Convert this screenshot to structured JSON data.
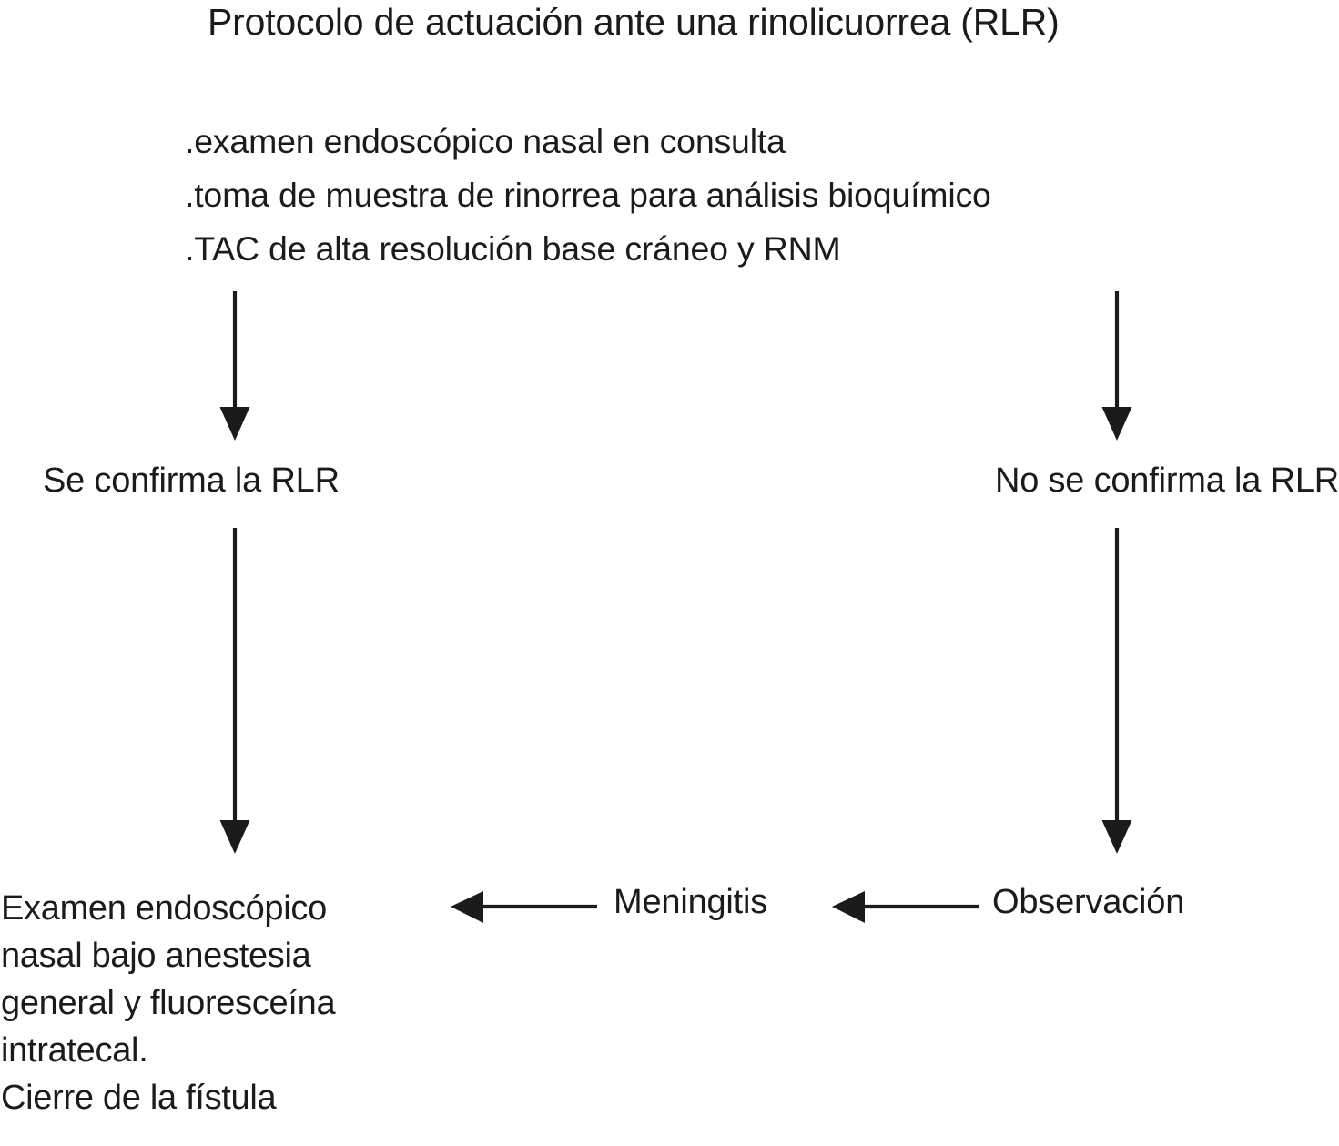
{
  "diagram": {
    "title": "Protocolo de actuación ante una rinolicuorrea (RLR)",
    "type": "flowchart",
    "background_color": "#ffffff",
    "ink_color": "#1b1b1b"
  },
  "worklist": {
    "lines": [
      ".examen endoscópico nasal en consulta",
      ".toma de muestra de rinorrea para análisis bioquímico",
      ".TAC de alta resolución base cráneo y RNM"
    ]
  },
  "branches": {
    "left": {
      "label": "Se confirma la RLR"
    },
    "right": {
      "label": "No se confirma la RLR"
    }
  },
  "outcomes": {
    "left_block": {
      "lines": [
        "Examen endoscópico",
        "nasal bajo anestesia",
        "general y fluoresceína",
        "intratecal.",
        "Cierre de la fístula"
      ]
    },
    "middle": {
      "label": "Meningitis"
    },
    "right": {
      "label": "Observación"
    }
  },
  "connectors": [
    {
      "name": "workup-to-confirmed",
      "from": "worklist",
      "to": "Se confirma la RLR",
      "direction": "down"
    },
    {
      "name": "workup-to-not-confirmed",
      "from": "worklist",
      "to": "No se confirma la RLR",
      "direction": "down"
    },
    {
      "name": "confirmed-to-surgery",
      "from": "Se confirma la RLR",
      "to": "Examen endoscópico nasal bajo anestesia general y fluoresceína intratecal. Cierre de la fístula",
      "direction": "down"
    },
    {
      "name": "not-confirmed-to-observation",
      "from": "No se confirma la RLR",
      "to": "Observación",
      "direction": "down"
    },
    {
      "name": "observation-to-meningitis",
      "from": "Observación",
      "to": "Meningitis",
      "direction": "left"
    },
    {
      "name": "meningitis-to-surgery",
      "from": "Meningitis",
      "to": "Examen endoscópico nasal bajo anestesia general y fluoresceína intratecal. Cierre de la fístula",
      "direction": "left"
    }
  ]
}
